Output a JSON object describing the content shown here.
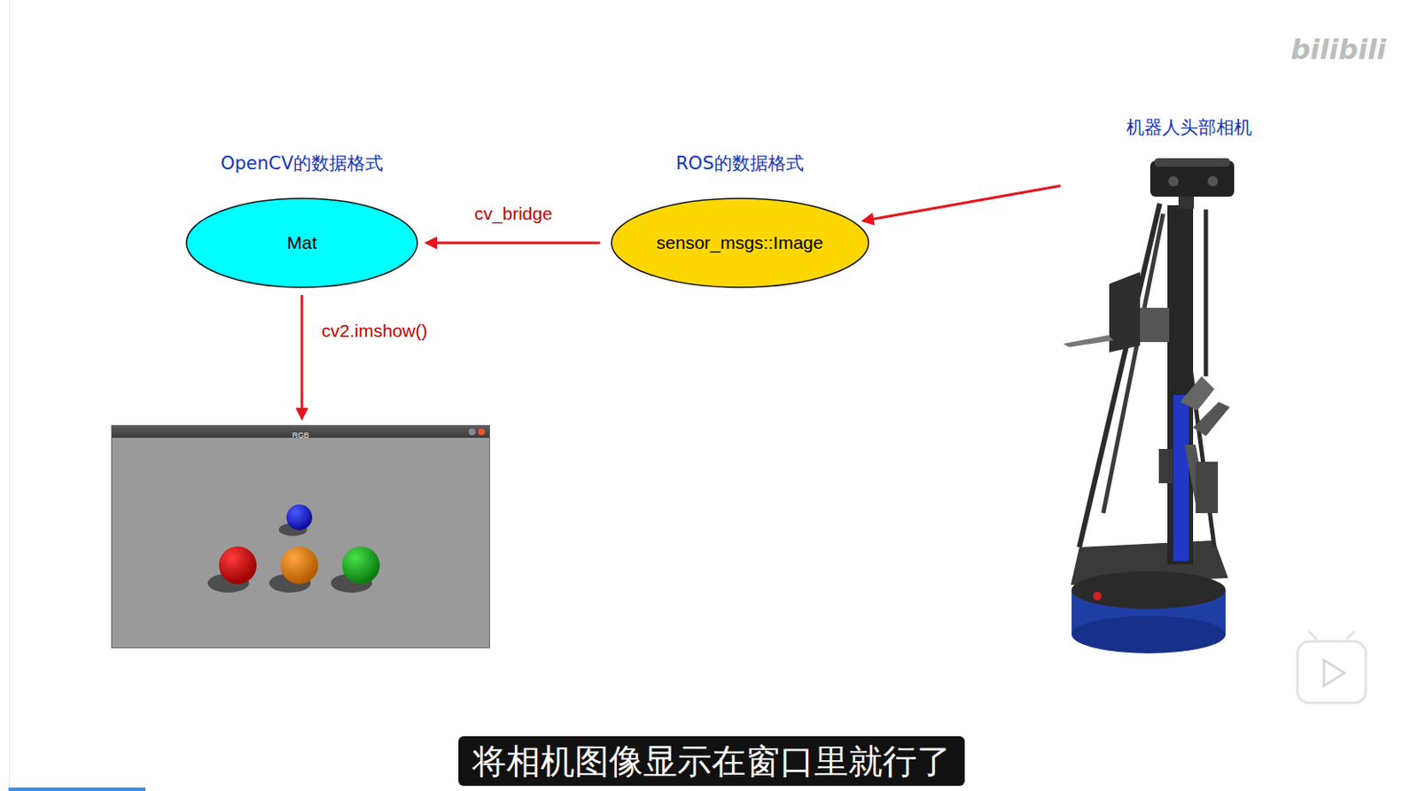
{
  "diagram": {
    "caption": "将相机图像显示在窗口里就行了",
    "nodes": [
      {
        "text": [
          "OpenCV的数据格式",
          "Mat"
        ]
      },
      {
        "text": [
          "ROS的数据格式",
          "sensor_msgs::Image"
        ]
      },
      {
        "text": [
          "机器人头部相机"
        ]
      },
      {
        "text": [
          "RGB"
        ]
      }
    ],
    "edges": [
      {
        "from": 2,
        "to": 1,
        "arrow": "to"
      },
      {
        "from": 1,
        "to": 0,
        "label": "cv_bridge",
        "arrow": "to"
      },
      {
        "from": 0,
        "to": 3,
        "label": "cv2.imshow()",
        "arrow": "to"
      }
    ],
    "labels": [
      "bilibili"
    ]
  }
}
